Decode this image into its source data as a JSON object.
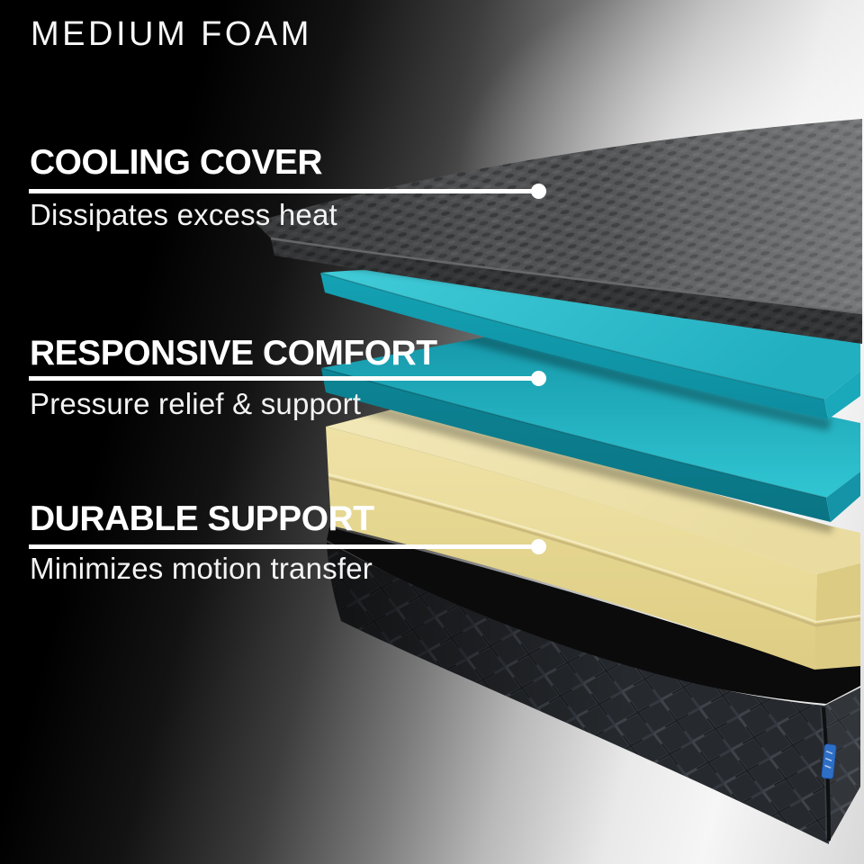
{
  "title": "MEDIUM FOAM",
  "callouts": [
    {
      "heading": "COOLING COVER",
      "description": "Dissipates excess heat"
    },
    {
      "heading": "RESPONSIVE COMFORT",
      "description": "Pressure relief & support"
    },
    {
      "heading": "DURABLE SUPPORT",
      "description": "Minimizes motion transfer"
    }
  ],
  "connector": {
    "color": "#ffffff"
  },
  "layers": [
    {
      "name": "cooling-cover",
      "color": "#515254"
    },
    {
      "name": "responsive-comfort-upper",
      "color": "#2fc3d1",
      "edge_color": "#1aa9ba"
    },
    {
      "name": "responsive-comfort-lower",
      "color": "#1ba6b7",
      "edge_color": "#1494a6"
    },
    {
      "name": "durable-support-foam",
      "color": "#eee2a8",
      "edge_color": "#dccb82"
    },
    {
      "name": "woven-base",
      "color": "#2b2e32",
      "tag_color": "#2e6fc6"
    }
  ],
  "text_colors": {
    "title": "#f8f8f8",
    "heading": "#ffffff",
    "body": "#f3f3f3"
  }
}
